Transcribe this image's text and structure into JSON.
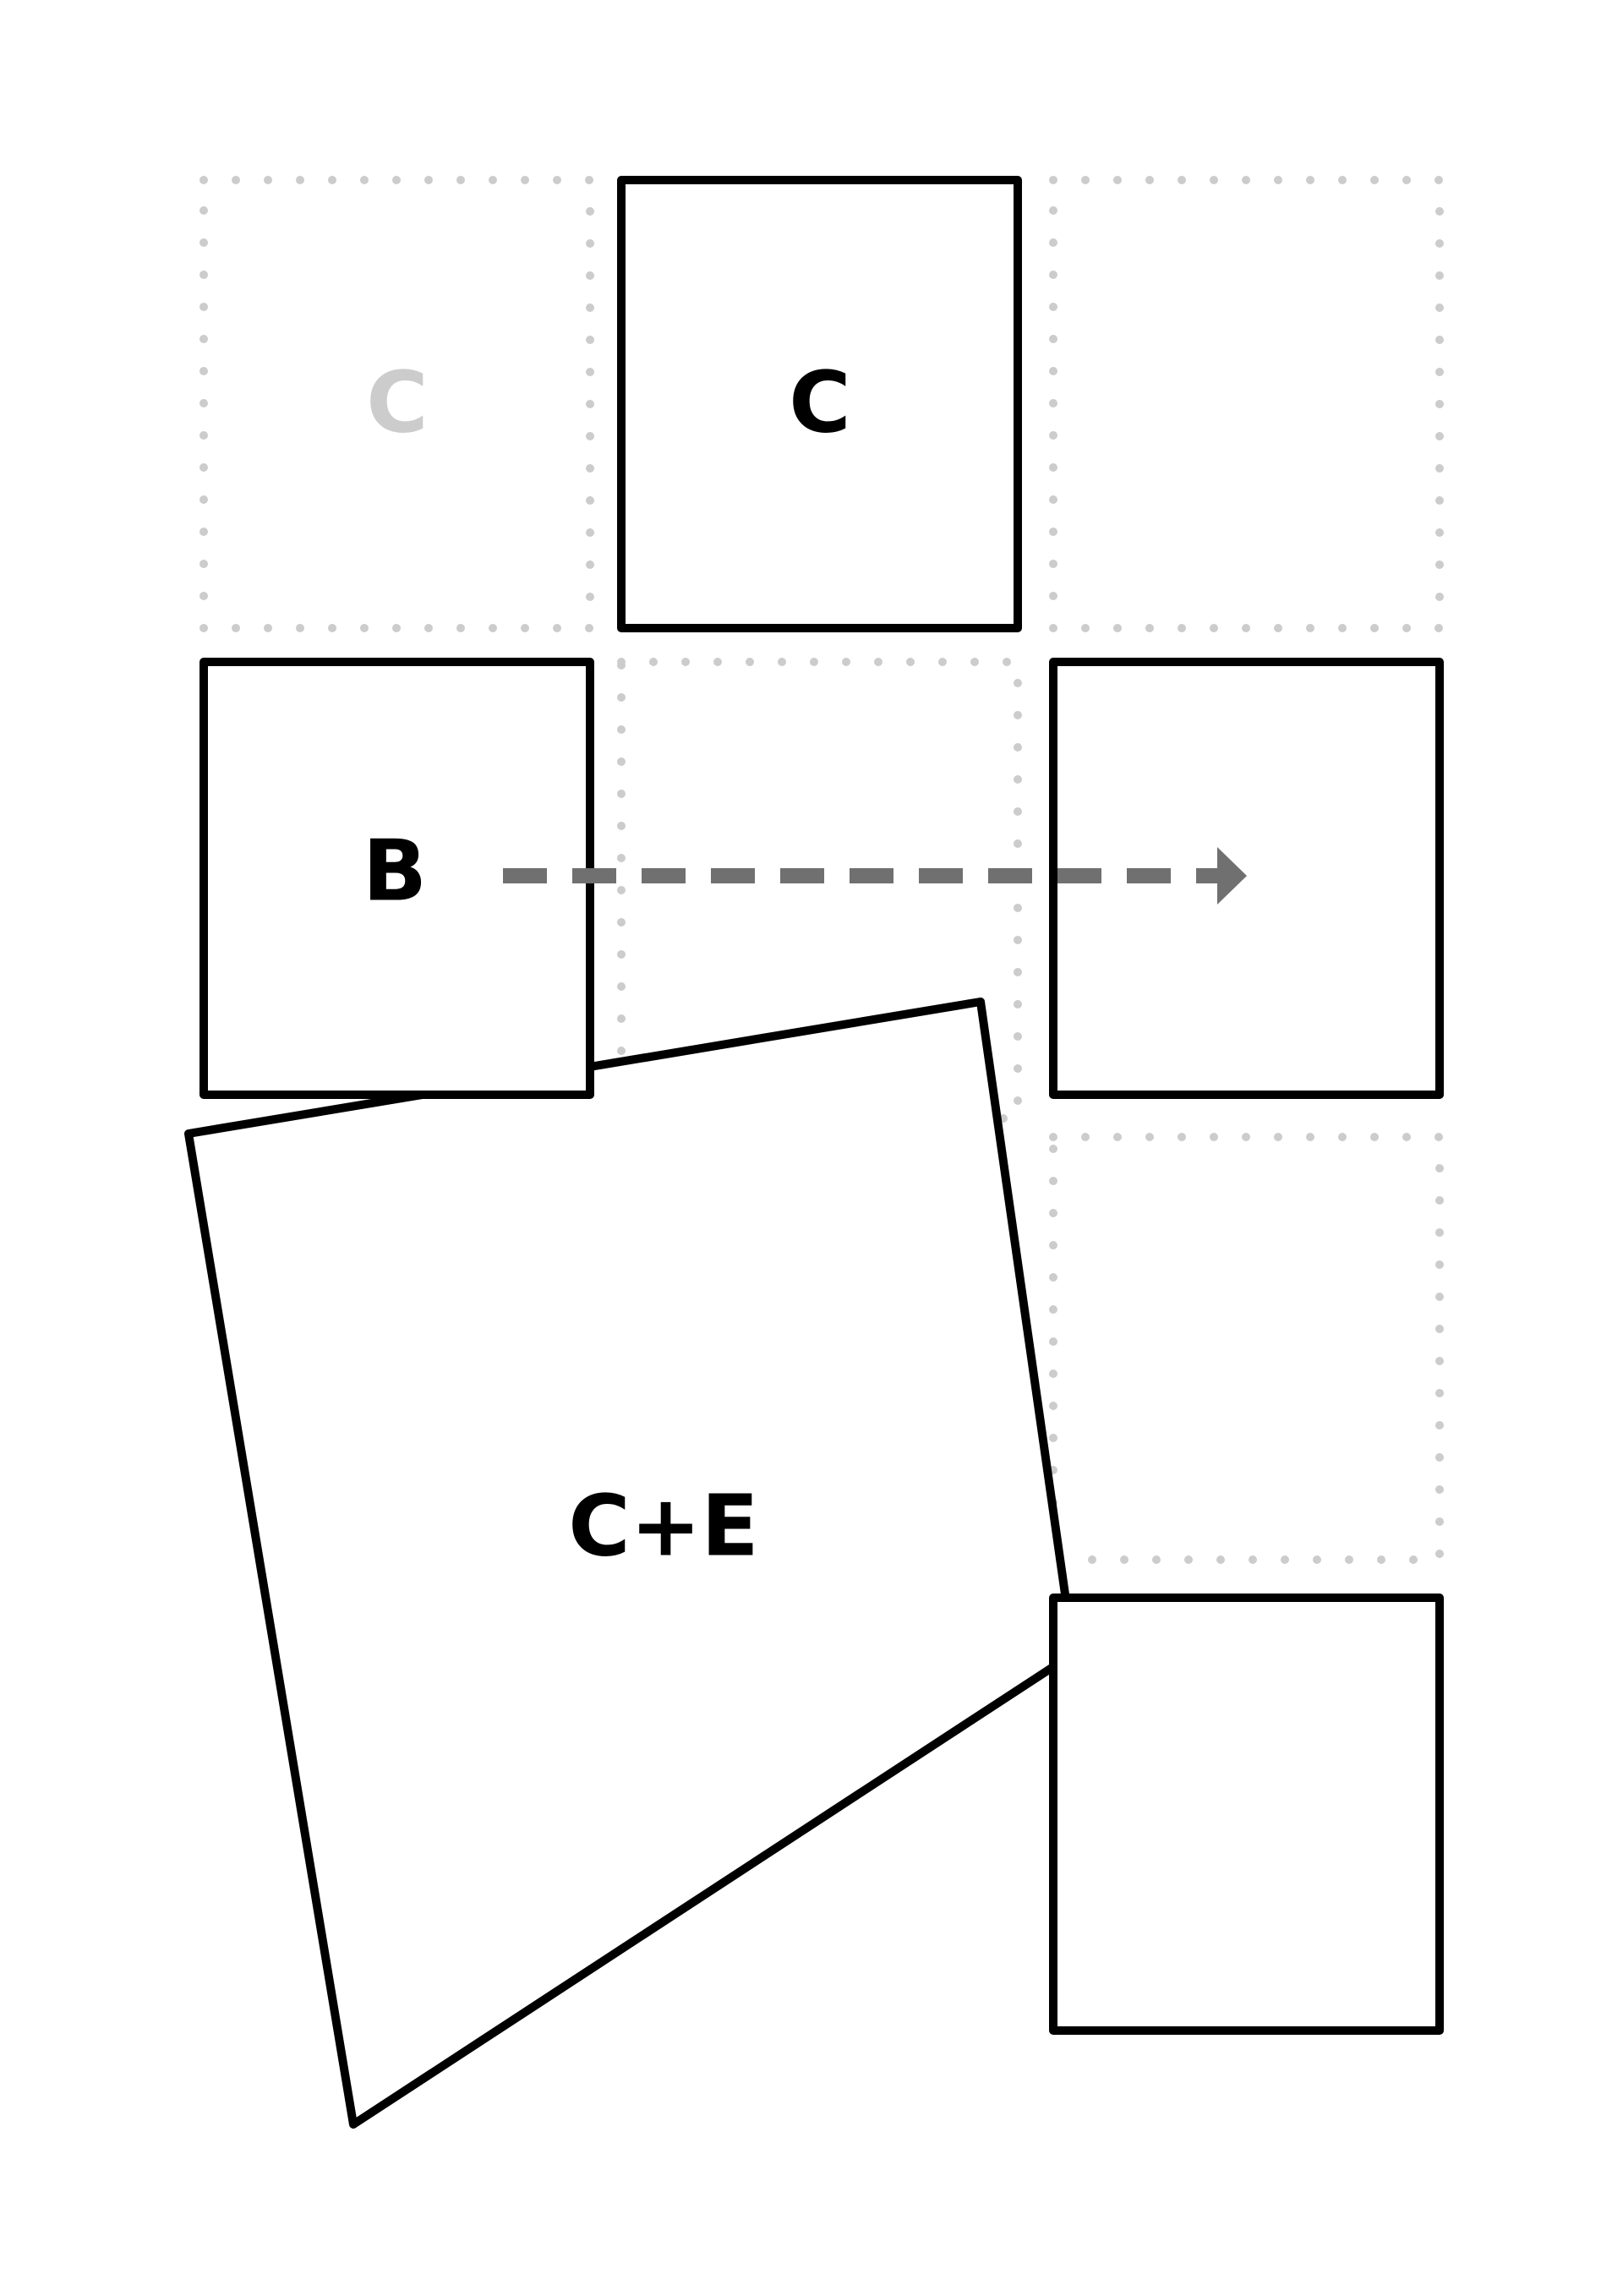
{
  "diagram": {
    "labels": {
      "ghost_top_left": "C",
      "top_center": "C",
      "middle_left": "B",
      "rotated_square": "C+E"
    },
    "colors": {
      "outline": "#000000",
      "ghost": "#cccccc",
      "arrow": "#707070",
      "background": "#ffffff"
    },
    "arrow": {
      "style": "dashed",
      "direction": "right"
    }
  }
}
